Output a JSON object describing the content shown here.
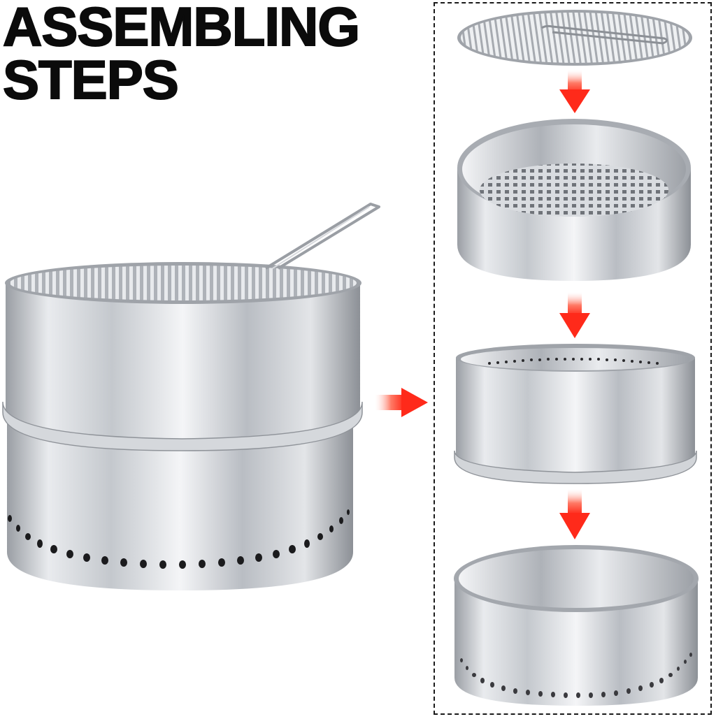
{
  "heading": {
    "line1": "ASSEMBLING",
    "line2": "STEPS"
  },
  "colors": {
    "arrow": "#ff3b2a",
    "steel_light": "#f2f3f5",
    "steel_mid": "#c9ccd1",
    "steel_dark": "#8a8e94",
    "text": "#0b0b0b"
  },
  "assembled_view": {
    "label": "assembled-fire-pit"
  },
  "exploded_parts": [
    {
      "name": "cooking-grate"
    },
    {
      "name": "perforated-ash-pan-ring"
    },
    {
      "name": "middle-ring-with-top-holes"
    },
    {
      "name": "base-bowl-with-air-holes"
    }
  ]
}
